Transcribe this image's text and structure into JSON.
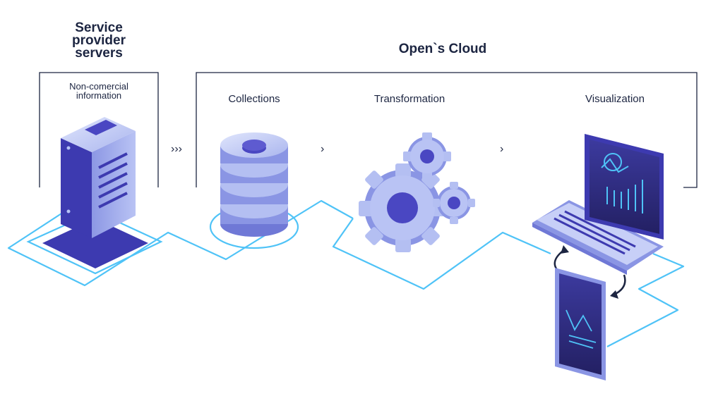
{
  "left_section": {
    "title_line1": "Service",
    "title_line2": "provider",
    "title_line3": "servers",
    "subtitle_line1": "Non-comercial",
    "subtitle_line2": "information"
  },
  "cloud_section": {
    "title": "Open`s Cloud",
    "stages": [
      {
        "label": "Collections",
        "icon": "database-icon"
      },
      {
        "label": "Transformation",
        "icon": "gears-icon"
      },
      {
        "label": "Visualization",
        "icon": "laptop-icon"
      }
    ]
  },
  "connectors": {
    "server_to_cloud": "›››",
    "collections_to_transformation": "›",
    "transformation_to_visualization": "›"
  },
  "colors": {
    "ink": "#1c2541",
    "accent_line": "#4fc3f7",
    "device_blue": "#3d3ab0",
    "device_light": "#b7c3f5"
  }
}
